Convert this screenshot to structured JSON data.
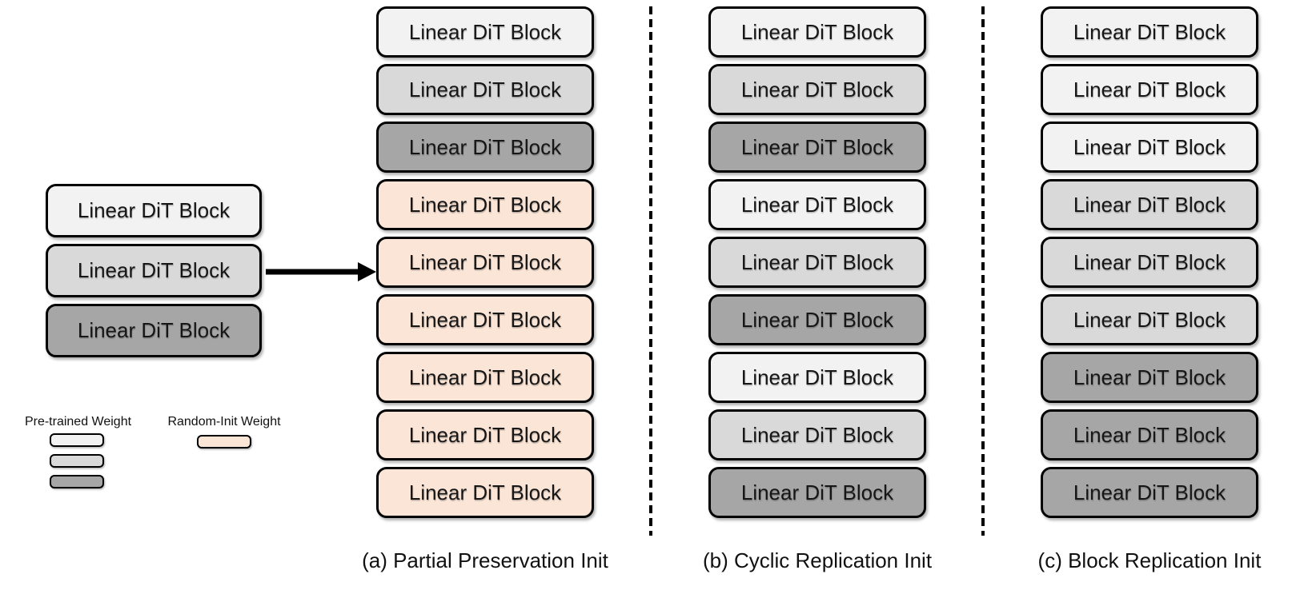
{
  "block_label": "Linear DiT Block",
  "colors": {
    "light": "#F2F2F2",
    "medium": "#D9D9D9",
    "dark": "#A6A6A6",
    "random": "#FBE5D6",
    "border": "#000000"
  },
  "source_stack": {
    "blocks": [
      "light",
      "medium",
      "dark"
    ]
  },
  "columns": [
    {
      "id": "a",
      "caption": "(a) Partial Preservation Init",
      "blocks": [
        "light",
        "medium",
        "dark",
        "random",
        "random",
        "random",
        "random",
        "random",
        "random"
      ]
    },
    {
      "id": "b",
      "caption": "(b) Cyclic Replication Init",
      "blocks": [
        "light",
        "medium",
        "dark",
        "light",
        "medium",
        "dark",
        "light",
        "medium",
        "dark"
      ]
    },
    {
      "id": "c",
      "caption": "(c) Block Replication Init",
      "blocks": [
        "light",
        "light",
        "light",
        "medium",
        "medium",
        "medium",
        "dark",
        "dark",
        "dark"
      ]
    }
  ],
  "legend": {
    "pretrained_label": "Pre-trained Weight",
    "random_label": "Random-Init Weight",
    "pretrained_swatches": [
      "light",
      "medium",
      "dark"
    ],
    "random_swatches": [
      "random"
    ]
  }
}
